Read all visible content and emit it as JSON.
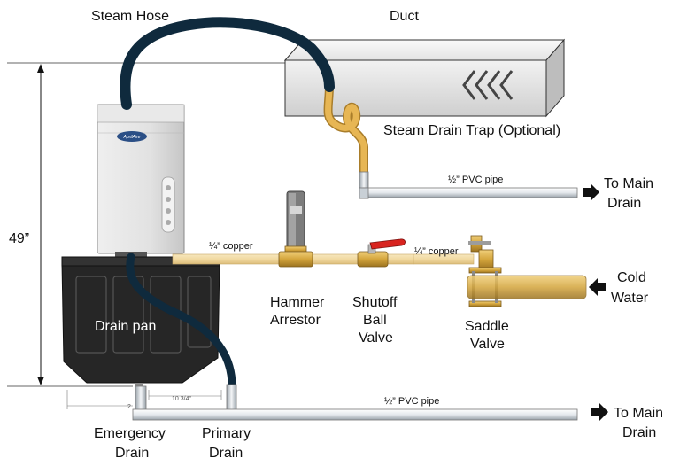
{
  "labels": {
    "steam_hose": "Steam Hose",
    "duct": "Duct",
    "steam_drain_trap": "Steam Drain Trap (Optional)",
    "pvc_top": "½” PVC pipe",
    "to_main_drain_top_1": "To Main",
    "to_main_drain_top_2": "Drain",
    "height": "49”",
    "copper_left": "¼” copper",
    "copper_right": "¼” copper",
    "cold_water_1": "Cold",
    "cold_water_2": "Water",
    "hammer_1": "Hammer",
    "hammer_2": "Arrestor",
    "shutoff_1": "Shutoff",
    "shutoff_2": "Ball",
    "shutoff_3": "Valve",
    "saddle_1": "Saddle",
    "saddle_2": "Valve",
    "drain_pan": "Drain pan",
    "pvc_bottom": "½” PVC pipe",
    "to_main_drain_bottom_1": "To Main",
    "to_main_drain_bottom_2": "Drain",
    "emergency_1": "Emergency",
    "emergency_2": "Drain",
    "primary_1": "Primary",
    "primary_2": "Drain",
    "dim_spacing": "10 3/4”",
    "dim_small": "2",
    "brand_logo": "AprilAire"
  },
  "colors": {
    "hose": "#0f2a3d",
    "copper": "#f3dfae",
    "brass": "#d4a53c",
    "pvc": "#e6eaee",
    "valve_handle": "#d8241f",
    "pan": "#262626",
    "cabinet": "#dcdcdc"
  }
}
